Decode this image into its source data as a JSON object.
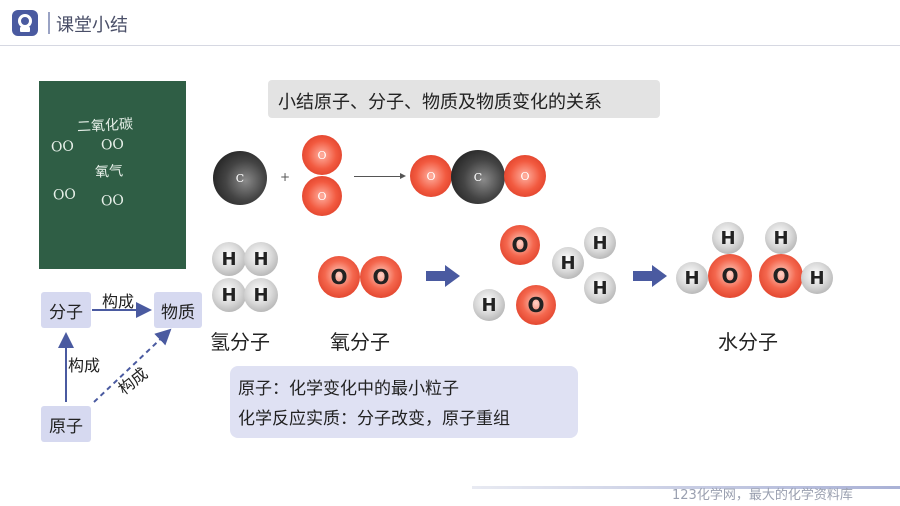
{
  "header": {
    "title": "课堂小结"
  },
  "board": {
    "lines": [
      "二氧化碳",
      "OO",
      "OO",
      "氧气",
      "OO",
      "OO"
    ]
  },
  "title_box": {
    "text": "小结原子、分子、物质及物质变化的关系"
  },
  "reaction": {
    "carbon": "C",
    "oxygen": "O",
    "plus": "+"
  },
  "molecules": {
    "hydrogen": "H",
    "oxygen": "O",
    "hydrogen_label": "氢分子",
    "oxygen_label": "氧分子",
    "water_label": "水分子"
  },
  "concept_map": {
    "molecule": "分子",
    "substance": "物质",
    "atom": "原子",
    "edge_label": "构成"
  },
  "summary": {
    "line1": "原子：化学变化中的最小粒子",
    "line2": "化学反应实质：分子改变，原子重组"
  },
  "footer": {
    "text": "123化学网，最大的化学资料库"
  },
  "colors": {
    "accent": "#4a5aa0",
    "oxygen": "#f25a40",
    "carbon": "#333333",
    "hydrogen": "#cfcfcf"
  }
}
